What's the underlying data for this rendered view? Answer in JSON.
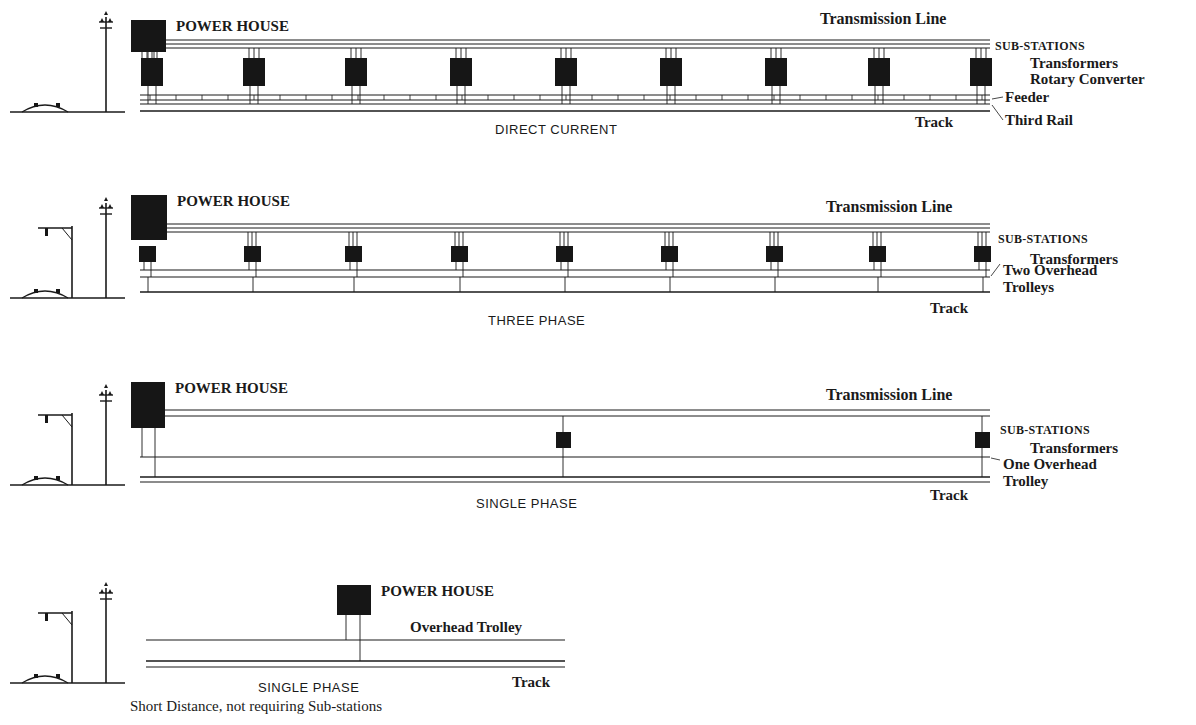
{
  "diagram": {
    "nodes": [
      {
        "text": [
          "POWER HOUSE"
        ]
      },
      {
        "text": [
          "POWER HOUSE"
        ]
      },
      {
        "text": [
          "POWER HOUSE"
        ]
      },
      {
        "text": [
          "POWER HOUSE"
        ]
      }
    ],
    "labels": [
      "Transmission Line",
      "SUB-STATIONS",
      "Transformers",
      "Rotary Converter",
      "Feeder",
      "Track",
      "Third Rail",
      "DIRECT CURRENT",
      "Transmission Line",
      "SUB-STATIONS",
      "Transformers",
      "Two Overhead Trolleys",
      "Track",
      "THREE PHASE",
      "Transmission Line",
      "SUB-STATIONS",
      "Transformers",
      "One Overhead Trolley",
      "Track",
      "SINGLE PHASE",
      "Overhead Trolley",
      "Track",
      "SINGLE PHASE",
      "Short Distance, not requiring Sub-stations"
    ]
  }
}
